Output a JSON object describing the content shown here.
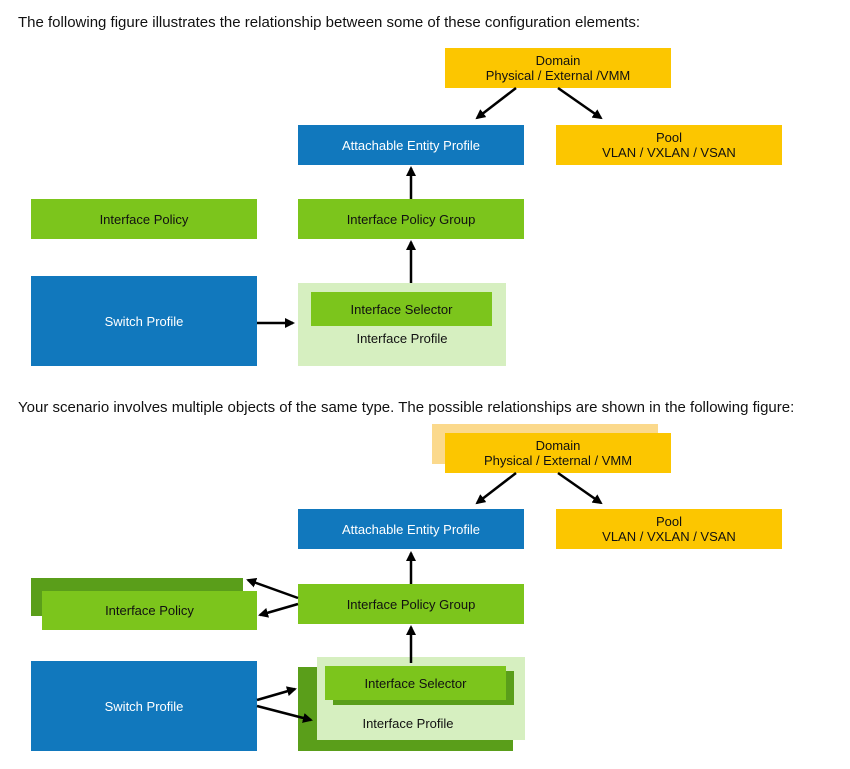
{
  "captions": {
    "first": "The following figure illustrates the relationship between some of these configuration elements:",
    "second": "Your scenario involves multiple objects of the same type. The possible relationships are shown in the following figure:"
  },
  "figure1": {
    "domain": {
      "line1": "Domain",
      "line2": "Physical / External /VMM"
    },
    "pool": {
      "line1": "Pool",
      "line2": "VLAN / VXLAN / VSAN"
    },
    "aep": "Attachable Entity Profile",
    "interface_policy": "Interface Policy",
    "interface_policy_group": "Interface Policy Group",
    "switch_profile": "Switch Profile",
    "interface_selector": "Interface Selector",
    "interface_profile": "Interface Profile"
  },
  "figure2": {
    "domain": {
      "line1": "Domain",
      "line2": "Physical / External / VMM"
    },
    "pool": {
      "line1": "Pool",
      "line2": "VLAN / VXLAN / VSAN"
    },
    "aep": "Attachable Entity Profile",
    "interface_policy": "Interface Policy",
    "interface_policy_group": "Interface Policy Group",
    "switch_profile": "Switch Profile",
    "interface_selector": "Interface Selector",
    "interface_profile": "Interface Profile"
  },
  "colors": {
    "blue": "#1178bd",
    "green": "#7cc51c",
    "green_dark": "#5a9e1a",
    "green_light": "#d6efc0",
    "yellow": "#fcc600",
    "yellow_light": "#fbd98c"
  }
}
